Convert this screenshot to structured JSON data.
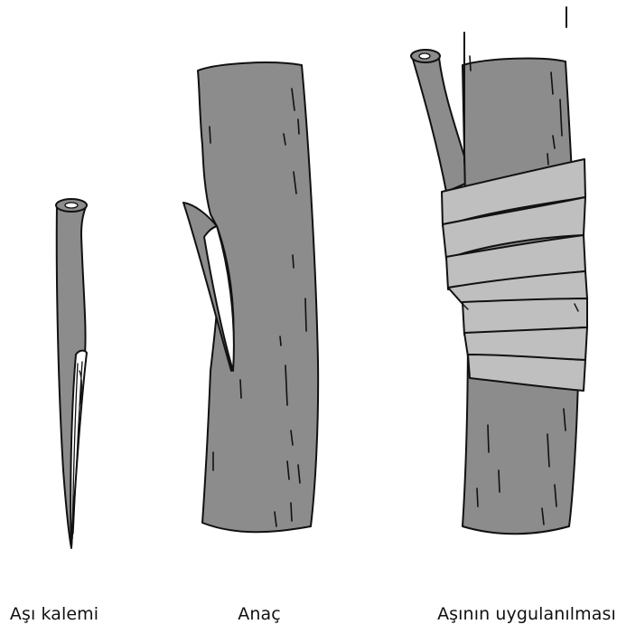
{
  "figure": {
    "colors": {
      "bark": "#8c8c8c",
      "wrap": "#bfbfbf",
      "wood": "#ffffff",
      "outline": "#111111",
      "background": "#ffffff"
    },
    "panels": [
      {
        "id": "scion",
        "caption": "Aşı kalemi"
      },
      {
        "id": "rootstock",
        "caption": "Anaç"
      },
      {
        "id": "grafted",
        "caption": "Aşının uygulanılması"
      }
    ]
  }
}
